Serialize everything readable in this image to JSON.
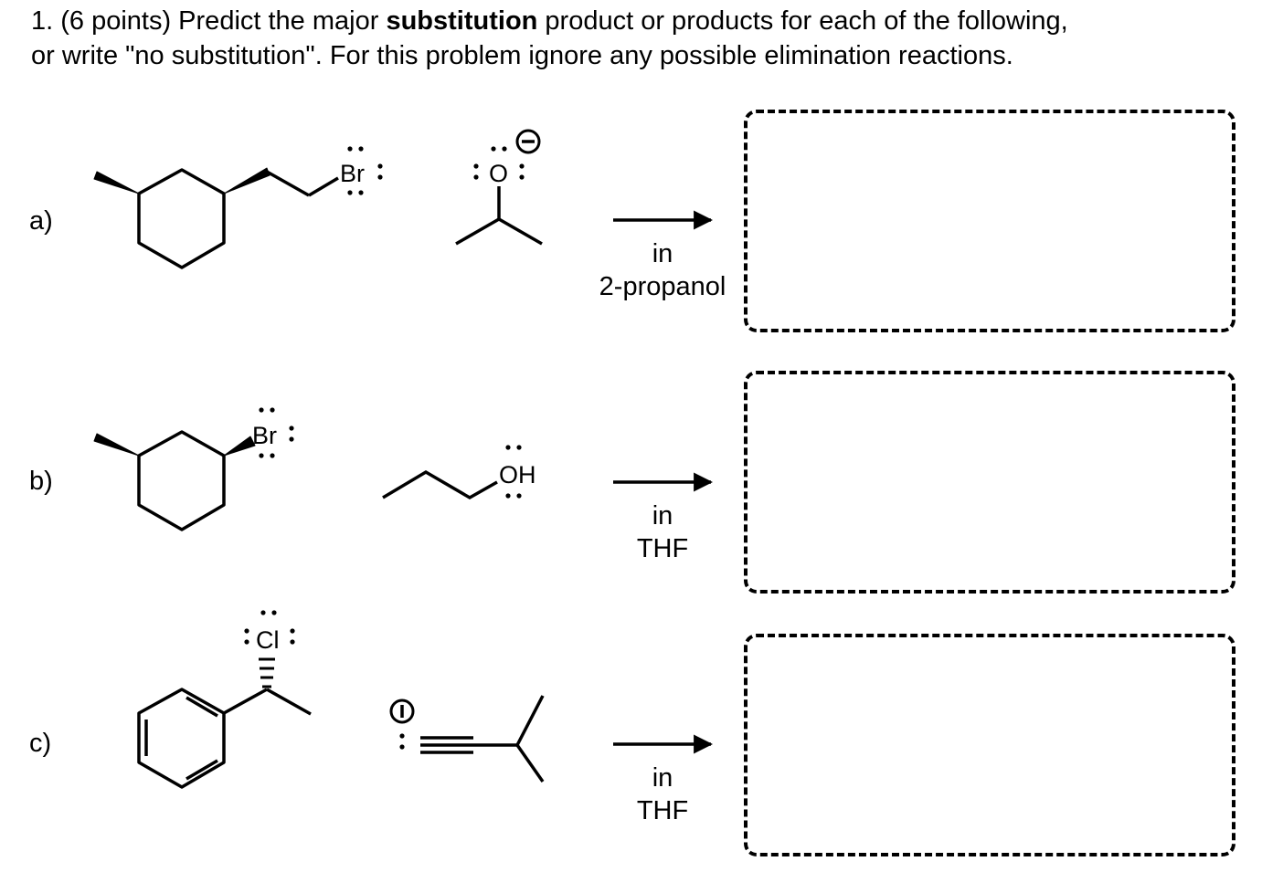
{
  "question": {
    "line1_pre": "1. (6 points) Predict the major ",
    "line1_bold": "substitution",
    "line1_post": " product or products for each of the following,",
    "line2": "or write \"no substitution\".  For this problem ignore any possible elimination reactions."
  },
  "problems": [
    {
      "label": "a)",
      "cond_line1": "in",
      "cond_line2": "2-propanol",
      "substrate_atom": "Br",
      "nucleophile_atom": "O",
      "nucleophile_charge": "−"
    },
    {
      "label": "b)",
      "cond_line1": "in",
      "cond_line2": "THF",
      "substrate_atom": "Br",
      "nucleophile_atom": "OH"
    },
    {
      "label": "c)",
      "cond_line1": "in",
      "cond_line2": "THF",
      "substrate_atom": "Cl",
      "nucleophile_charge": "−"
    }
  ]
}
